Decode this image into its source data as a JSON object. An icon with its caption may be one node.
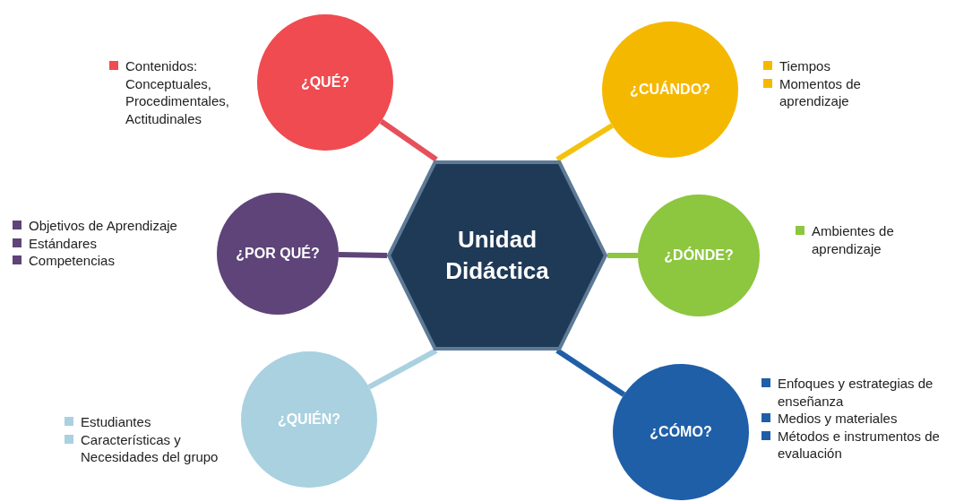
{
  "diagram": {
    "nodes": [
      {
        "text": [
          "Unidad Didáctica"
        ]
      },
      {
        "text": [
          "¿QUÉ?"
        ],
        "beside": [
          "Contenidos: Conceptuales, Procedimentales, Actitudinales"
        ]
      },
      {
        "text": [
          "¿CUÁNDO?"
        ],
        "beside": [
          "Tiempos",
          "Momentos de aprendizaje"
        ]
      },
      {
        "text": [
          "¿POR QUÉ?"
        ],
        "beside": [
          "Objetivos de Aprendizaje",
          "Estándares",
          "Competencias"
        ]
      },
      {
        "text": [
          "¿DÓNDE?"
        ],
        "beside": [
          "Ambientes de aprendizaje"
        ]
      },
      {
        "text": [
          "¿QUIÉN?"
        ],
        "beside": [
          "Estudiantes",
          "Características y Necesidades del grupo"
        ]
      },
      {
        "text": [
          "¿CÓMO?"
        ],
        "beside": [
          "Enfoques y estrategias de enseñanza",
          "Medios y materiales",
          "Métodos e instrumentos de evaluación"
        ]
      }
    ],
    "edges": [
      {
        "from": 1,
        "to": 0,
        "arrow": "none",
        "color": "#e5505a"
      },
      {
        "from": 2,
        "to": 0,
        "arrow": "none",
        "color": "#f4c20d"
      },
      {
        "from": 3,
        "to": 0,
        "arrow": "none",
        "color": "#5e4479"
      },
      {
        "from": 4,
        "to": 0,
        "arrow": "none",
        "color": "#8dc63f"
      },
      {
        "from": 5,
        "to": 0,
        "arrow": "none",
        "color": "#a9d1e0"
      },
      {
        "from": 6,
        "to": 0,
        "arrow": "none",
        "color": "#1f5fa8"
      }
    ]
  }
}
